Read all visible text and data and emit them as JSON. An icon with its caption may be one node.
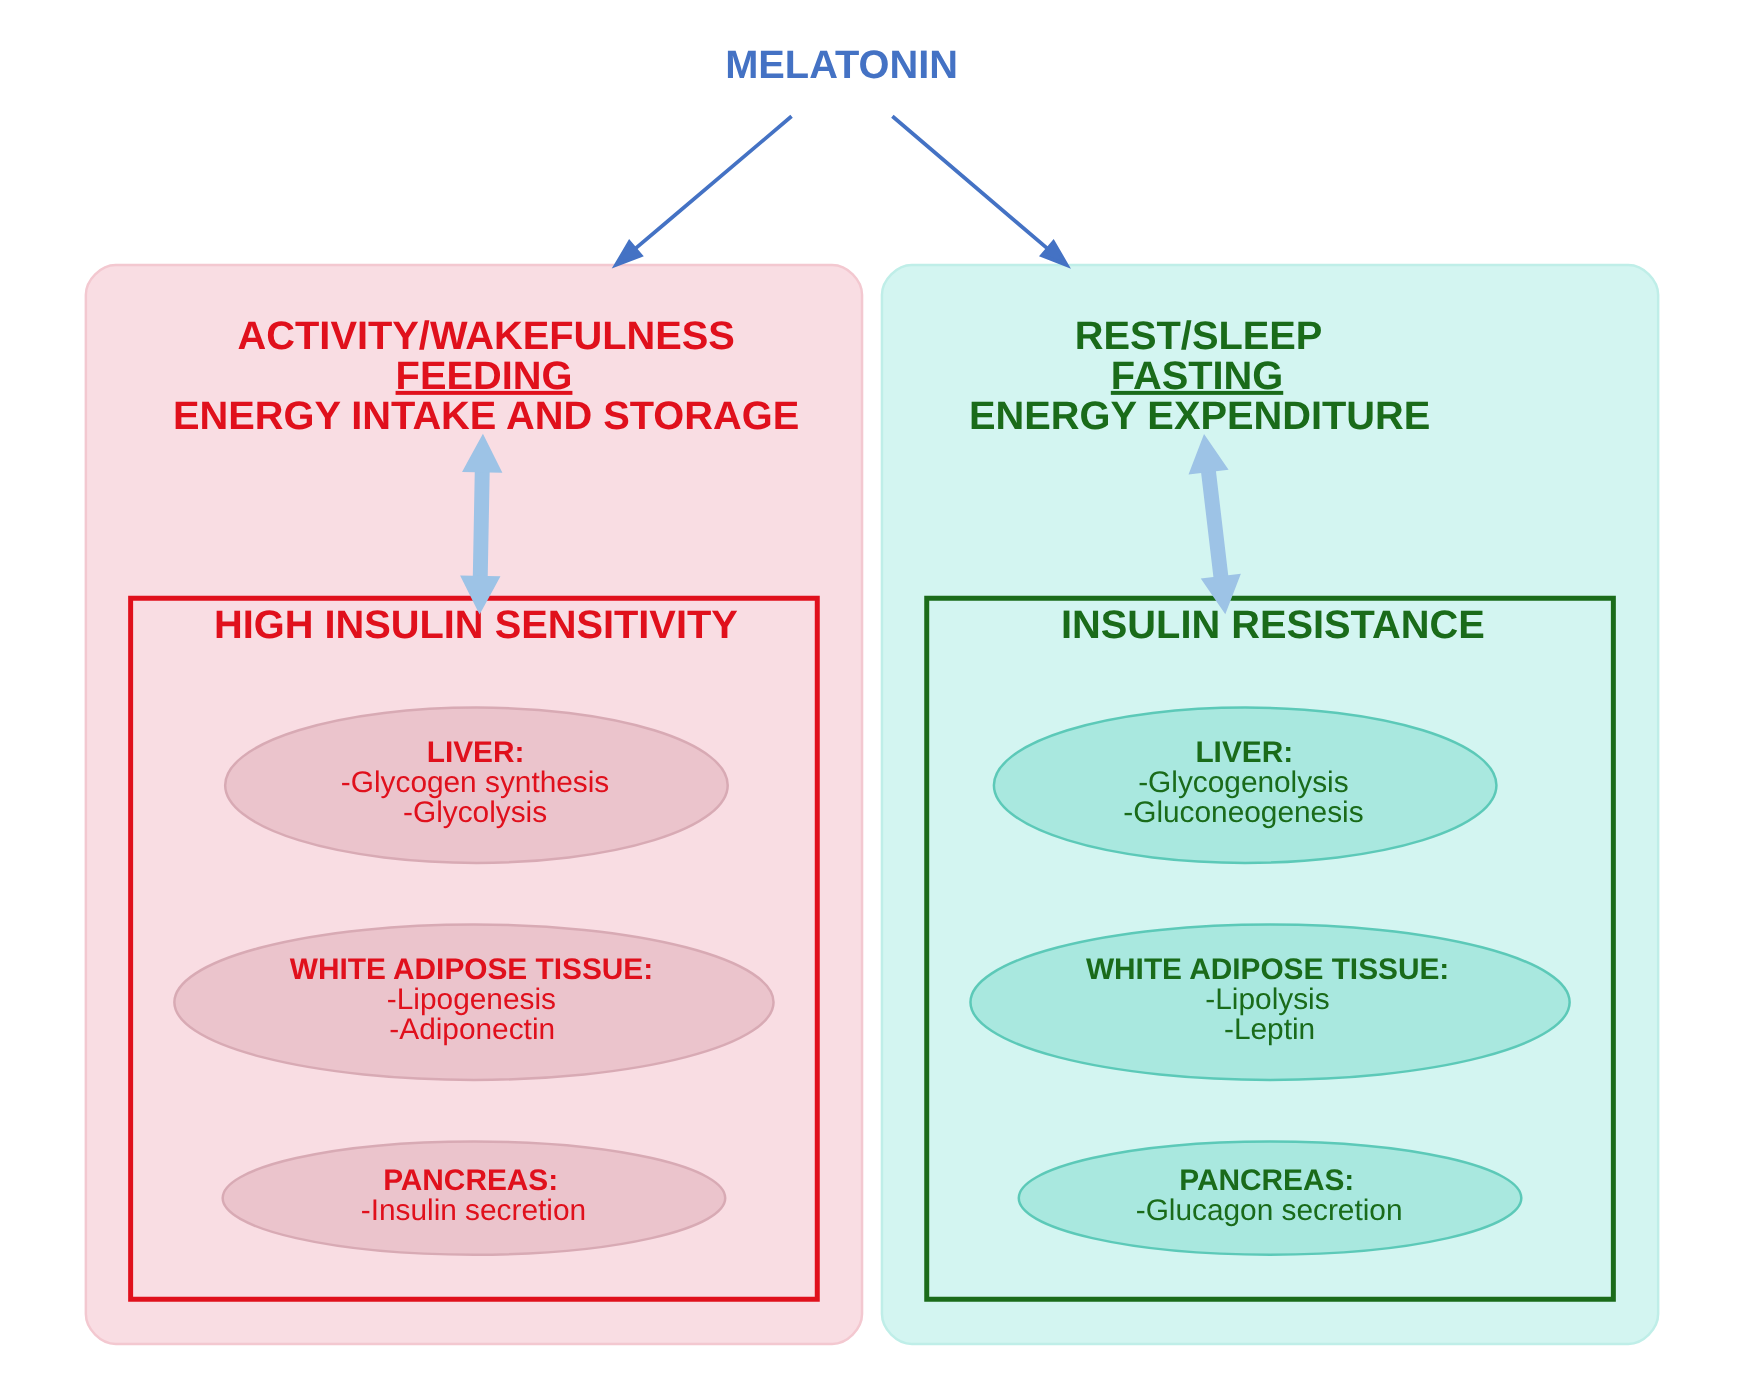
{
  "diagram": {
    "nodes": [
      {
        "text": [
          "MELATONIN"
        ]
      },
      {
        "text": [],
        "shape": "ellipse"
      },
      {
        "text": [
          "ACTIVITY/WAKEFULNESS",
          "FEEDING",
          "ENERGY INTAKE AND STORAGE"
        ],
        "in": 1
      },
      {
        "text": [
          "HIGH INSULIN SENSITIVITY"
        ],
        "in": 1
      },
      {
        "text": [
          "LIVER:",
          "-Glycogen synthesis -Glycolysis"
        ],
        "in": 3
      },
      {
        "text": [
          "WHITE ADIPOSE TISSUE:",
          "-Lipogenesis -Adiponectin"
        ],
        "in": 3
      },
      {
        "text": [
          "PANCREAS:",
          "-Insulin secretion"
        ],
        "in": 3
      },
      {
        "text": [],
        "shape": "ellipse"
      },
      {
        "text": [
          "REST/SLEEP",
          "FASTING",
          "ENERGY EXPENDITURE"
        ],
        "in": 7
      },
      {
        "text": [
          "INSULIN RESISTANCE"
        ],
        "in": 7
      },
      {
        "text": [
          "LIVER:",
          "-Glycogenolysis -Gluconeogenesis"
        ],
        "in": 9
      },
      {
        "text": [
          "WHITE ADIPOSE TISSUE:",
          "-Lipolysis -Leptin"
        ],
        "in": 9
      },
      {
        "text": [
          "PANCREAS:",
          "-Glucagon secretion"
        ],
        "in": 9
      }
    ],
    "edges": [
      {
        "from": 0,
        "to": 1,
        "arrow": "to"
      },
      {
        "from": 0,
        "to": 7,
        "arrow": "to"
      },
      {
        "from": 2,
        "to": 3,
        "arrow": "both",
        "style": "thick",
        "color": "#9dc3e6"
      },
      {
        "from": 8,
        "to": 9,
        "arrow": "both",
        "style": "thick",
        "color": "#9dc3e6"
      }
    ]
  }
}
